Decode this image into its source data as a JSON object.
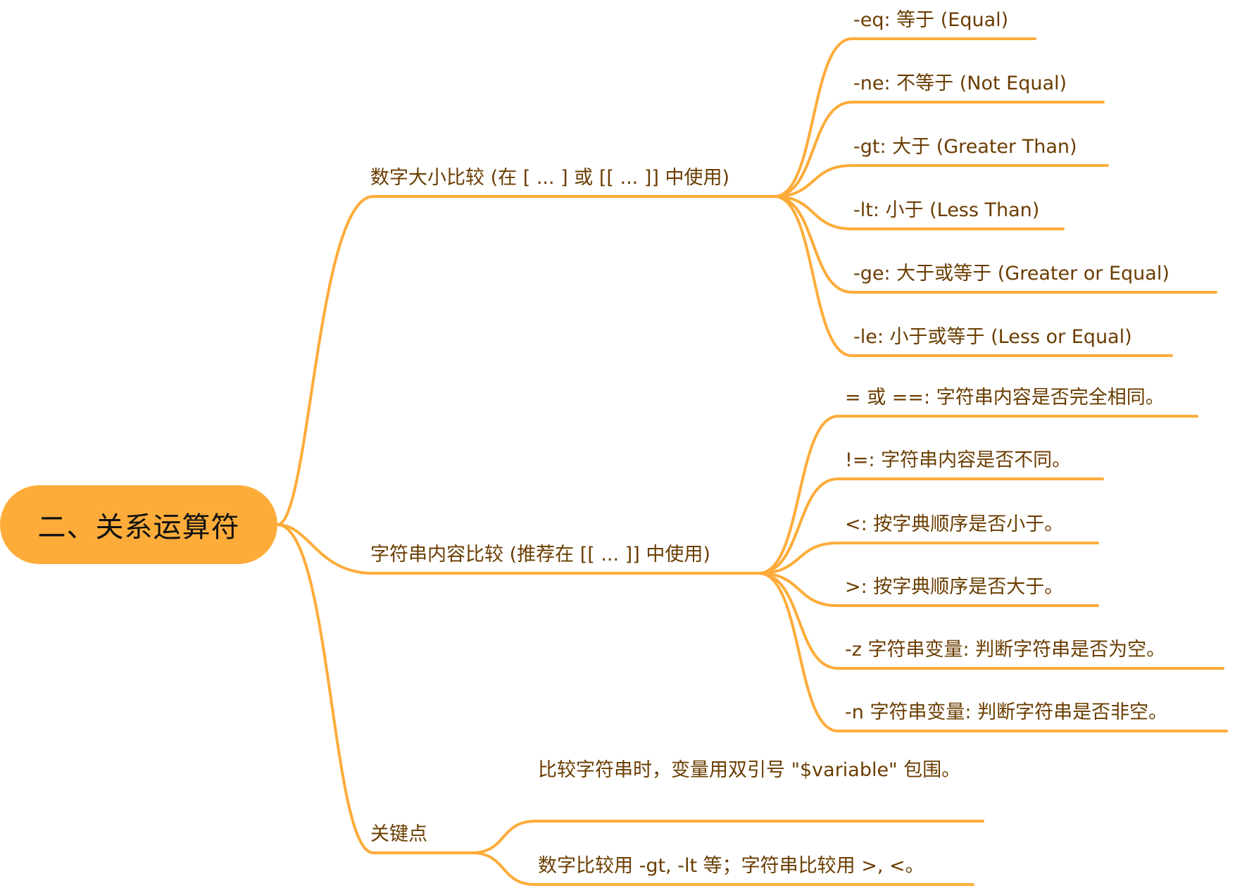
{
  "colors": {
    "branch_line": "#FDAC3A",
    "root_fill": "#FDAC3A",
    "text": "#6A3D00",
    "root_text": "#111111"
  },
  "root": {
    "label": "二、关系运算符"
  },
  "branches": [
    {
      "label": "数字大小比较 (在 [ ... ] 或 [[ ... ]] 中使用)",
      "children": [
        {
          "label": "-eq: 等于 (Equal)"
        },
        {
          "label": "-ne: 不等于 (Not Equal)"
        },
        {
          "label": "-gt: 大于 (Greater Than)"
        },
        {
          "label": "-lt: 小于 (Less Than)"
        },
        {
          "label": "-ge: 大于或等于 (Greater or Equal)"
        },
        {
          "label": "-le: 小于或等于 (Less or Equal)"
        }
      ]
    },
    {
      "label": "字符串内容比较 (推荐在 [[ ... ]] 中使用)",
      "children": [
        {
          "label": "= 或 ==: 字符串内容是否完全相同。"
        },
        {
          "label": "!=: 字符串内容是否不同。"
        },
        {
          "label": "<: 按字典顺序是否小于。"
        },
        {
          "label": ">: 按字典顺序是否大于。"
        },
        {
          "label": "-z 字符串变量: 判断字符串是否为空。"
        },
        {
          "label": "-n 字符串变量: 判断字符串是否非空。"
        }
      ]
    },
    {
      "label": "关键点",
      "children": [
        {
          "label": "比较字符串时，变量用双引号 \"$variable\" 包围。"
        },
        {
          "label": "数字比较用 -gt, -lt 等；字符串比较用 >, <。"
        }
      ]
    }
  ]
}
